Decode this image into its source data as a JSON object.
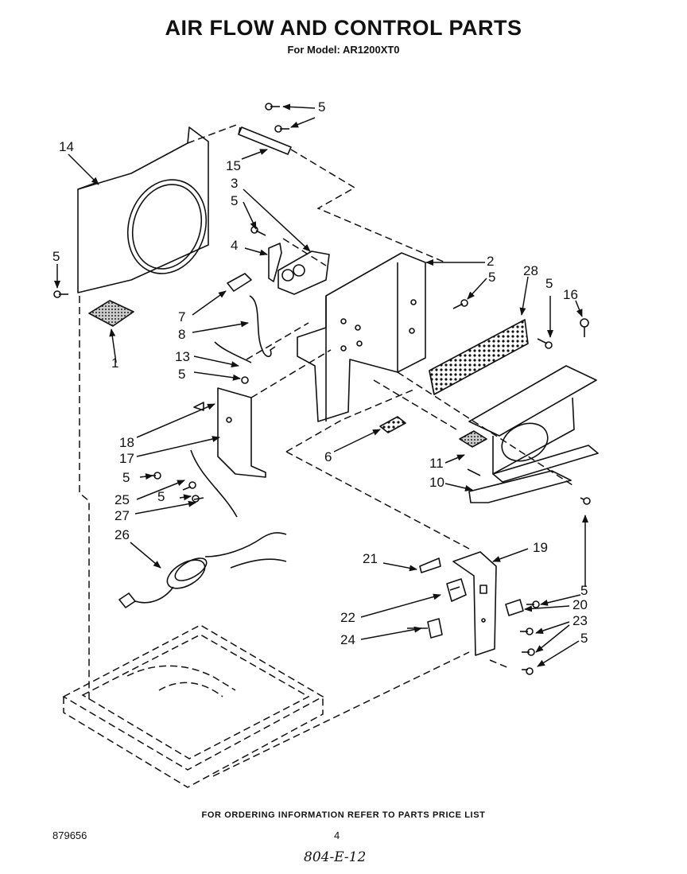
{
  "title": "AIR FLOW AND CONTROL PARTS",
  "subtitle": "For Model: AR1200XT0",
  "footer_note": "FOR ORDERING INFORMATION REFER TO PARTS PRICE LIST",
  "doc_number": "879656",
  "page_number": "4",
  "handwritten_code": "804-E-12",
  "callouts": {
    "c1": "1",
    "c2": "2",
    "c3": "3",
    "c4": "4",
    "c5a": "5",
    "c5b": "5",
    "c5c": "5",
    "c5d": "5",
    "c5e": "5",
    "c5f": "5",
    "c5g": "5",
    "c5h": "5",
    "c5i": "5",
    "c5j": "5",
    "c6": "6",
    "c7": "7",
    "c8": "8",
    "c10": "10",
    "c11": "11",
    "c13": "13",
    "c14": "14",
    "c15": "15",
    "c16": "16",
    "c17": "17",
    "c18": "18",
    "c19": "19",
    "c20": "20",
    "c21": "21",
    "c22": "22",
    "c23": "23",
    "c24": "24",
    "c25": "25",
    "c26": "26",
    "c27": "27",
    "c28": "28"
  }
}
